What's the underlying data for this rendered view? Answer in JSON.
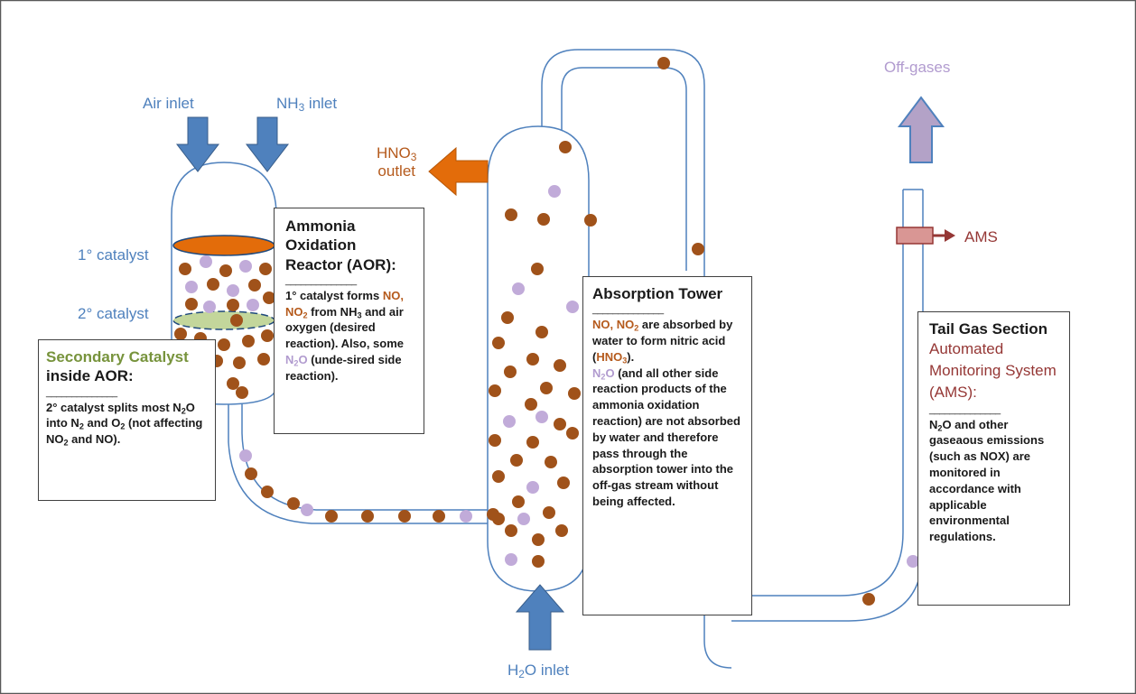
{
  "labels": {
    "air_inlet": "Air inlet",
    "nh3_inlet_prefix": "NH",
    "nh3_inlet_sub": "3",
    "nh3_inlet_suffix": " inlet",
    "primary_catalyst": "1° catalyst",
    "secondary_catalyst": "2° catalyst",
    "hno3_prefix": "HNO",
    "hno3_sub": "3",
    "hno3_outlet": "outlet",
    "off_gases": "Off-gases",
    "ams": "AMS",
    "h2o_prefix": "H",
    "h2o_sub": "2",
    "h2o_suffix": "O inlet"
  },
  "aor_box": {
    "title": "Ammonia Oxidation Reactor (AOR):",
    "rule": "______________",
    "t1": "1° catalyst forms ",
    "t2": "NO,",
    "t3": "NO",
    "t3sub": "2",
    "t4": " from NH",
    "t4sub": "3",
    "t5": " and air oxygen (desired reaction). Also, some ",
    "t6": "N",
    "t6sub": "2",
    "t7": "O",
    "t8": " (unde-sired side reaction)."
  },
  "secondary_box": {
    "title_green": "Secondary Catalyst",
    "title_dark": "inside AOR:",
    "rule": "______________",
    "t1": "2° catalyst splits most N",
    "t1sub": "2",
    "t2": "O into N",
    "t2sub": "2",
    "t3": " and O",
    "t3sub": "2",
    "t4": " (not affecting NO",
    "t4sub": "2",
    "t5": " and NO)."
  },
  "absorption_box": {
    "title": "Absorption Tower",
    "rule": "______________",
    "t1": "NO, NO",
    "t1sub": "2",
    "t2": " are absorbed by water to form nitric acid (",
    "t3": "HNO",
    "t3sub": "3",
    "t4": ").",
    "t5": "N",
    "t5sub": "2",
    "t6": "O",
    "t7": " (and all other side reaction products of the ammonia oxidation reaction) are not absorbed by water and therefore pass through the absorption tower into the off-gas stream without being affected."
  },
  "tailgas_box": {
    "title": "Tail Gas Section",
    "title2": "Automated Monitoring System (AMS):",
    "rule": "______________",
    "t1": "N",
    "t1sub": "2",
    "t2": "O and other gaseaous emissions (such as NOX) are monitored in accordance with applicable environmental regulations."
  },
  "colors": {
    "blue_arrow": "#4f81bd",
    "orange_arrow": "#e36c0a",
    "purple_arrow": "#b3a2c7",
    "pipe": "#4f81bd",
    "brown_dot": "#a0521a",
    "lilac_dot": "#c1abd9",
    "catalyst_top": "#e36c0a",
    "catalyst_bottom": "#c3d69b",
    "ams_box": "#d99694"
  },
  "icons": [
    "air-inlet-arrow-icon",
    "nh3-inlet-arrow-icon",
    "hno3-outlet-arrow-icon",
    "off-gases-arrow-icon",
    "h2o-inlet-arrow-icon",
    "ams-sensor-icon"
  ]
}
